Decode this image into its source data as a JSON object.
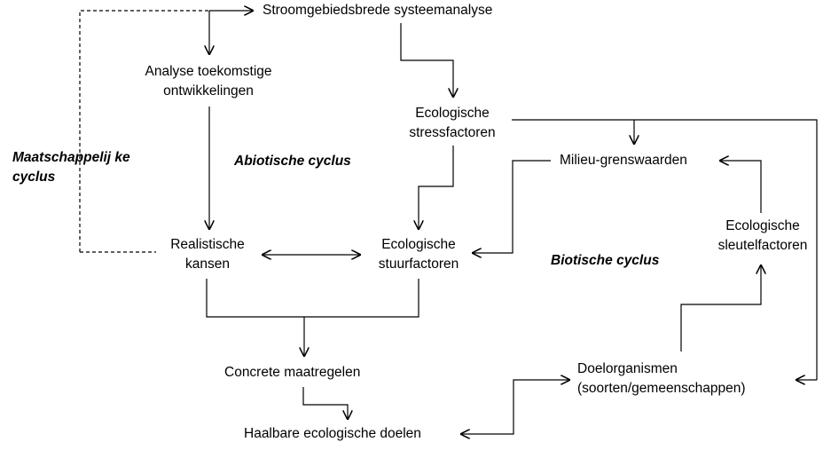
{
  "nodes": {
    "systeemanalyse": "Stroomgebiedsbrede systeemanalyse",
    "analyse": [
      "Analyse toekomstige",
      "ontwikkelingen"
    ],
    "stressfactoren": [
      "Ecologische",
      "stressfactoren"
    ],
    "milieu": "Milieu-grenswaarden",
    "realistische": [
      "Realistische",
      "kansen"
    ],
    "stuurfactoren": [
      "Ecologische",
      "stuurfactoren"
    ],
    "sleutelfactoren": [
      "Ecologische",
      "sleutelfactoren"
    ],
    "maatregelen": "Concrete maatregelen",
    "doelorganismen": [
      "Doelorganismen",
      "(soorten/gemeenschappen)"
    ],
    "doelen": "Haalbare ecologische doelen"
  },
  "cycles": {
    "maatschappelijke": [
      "Maatschappelij ke",
      "cyclus"
    ],
    "abiotische": "Abiotische cyclus",
    "biotische": "Biotische cyclus"
  }
}
